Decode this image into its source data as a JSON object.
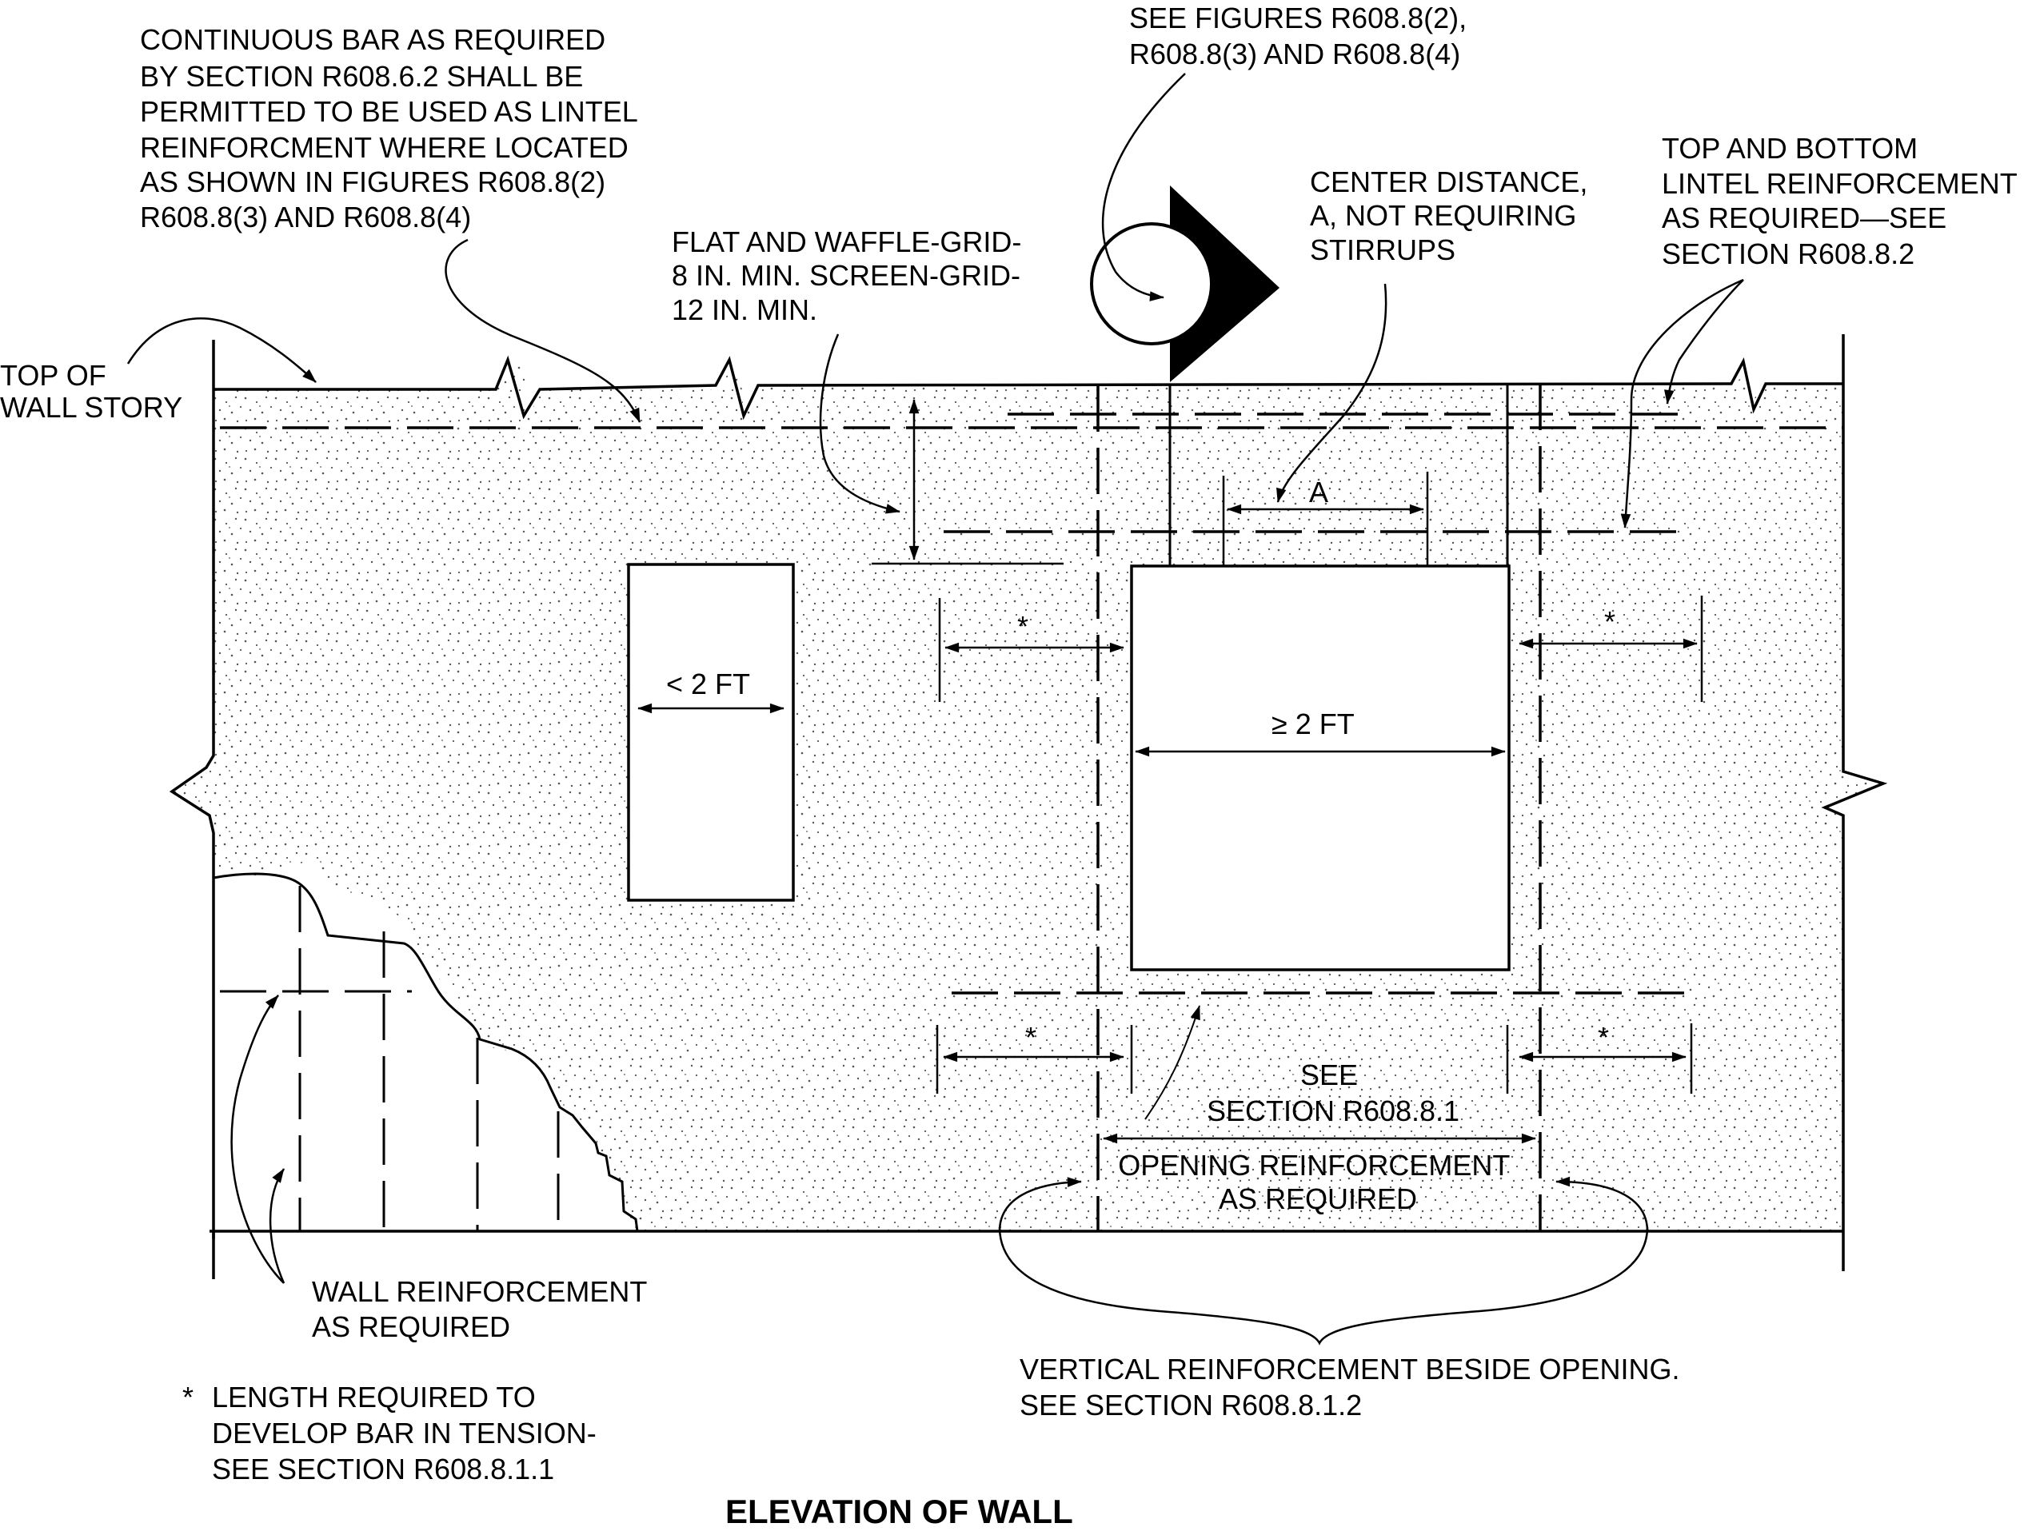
{
  "title": "ELEVATION OF WALL",
  "labels": {
    "top_of_wall": [
      "TOP OF",
      "WALL STORY"
    ],
    "continuous_bar": [
      "CONTINUOUS BAR AS REQUIRED",
      "BY SECTION R608.6.2 SHALL BE",
      "PERMITTED TO BE USED AS LINTEL",
      "REINFORCMENT WHERE LOCATED",
      "AS SHOWN IN FIGURES R608.8(2)",
      "R608.8(3) AND R608.8(4)"
    ],
    "see_figures": [
      "SEE FIGURES R608.8(2),",
      "R608.8(3) AND R608.8(4)"
    ],
    "flat_waffle": [
      "FLAT AND WAFFLE-GRID-",
      "8 IN. MIN. SCREEN-GRID-",
      "12 IN. MIN."
    ],
    "center_distance": [
      "CENTER DISTANCE,",
      "A, NOT REQUIRING",
      "STIRRUPS"
    ],
    "top_bottom_lintel": [
      "TOP AND BOTTOM",
      "LINTEL REINFORCEMENT",
      "AS REQUIRED—SEE",
      "SECTION R608.8.2"
    ],
    "small_opening": "< 2 FT",
    "large_opening": "≥ 2 FT",
    "dim_a": "A",
    "asterisk": "*",
    "see_section": [
      "SEE",
      "SECTION R608.8.1"
    ],
    "opening_reinf": [
      "OPENING REINFORCEMENT",
      "AS REQUIRED"
    ],
    "wall_reinf": [
      "WALL REINFORCEMENT",
      "AS REQUIRED"
    ],
    "vertical_reinf": [
      "VERTICAL REINFORCEMENT BESIDE OPENING.",
      "SEE SECTION R608.8.1.2"
    ],
    "footnote_mark": "*",
    "footnote": [
      "LENGTH REQUIRED TO",
      "DEVELOP BAR IN TENSION-",
      "SEE SECTION R608.8.1.1"
    ]
  }
}
